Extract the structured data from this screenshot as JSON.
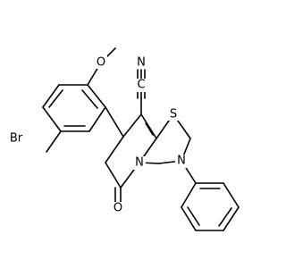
{
  "colors": {
    "background": "#ffffff",
    "bond": "#000000",
    "carbon_nitrogen_text": "#000000"
  },
  "atoms": {
    "methoxy_oxygen": {
      "label": "O",
      "color": "#000000"
    },
    "nitrile_carbon": {
      "label": "C",
      "color": "#000000"
    },
    "nitrile_nitrogen": {
      "label": "N",
      "color": "#000000"
    },
    "sulfur": {
      "label": "S",
      "color": "#000000"
    },
    "bromine": {
      "label": "Br",
      "color": "#000000"
    },
    "ring_nitrogen": {
      "label": "N",
      "color": "#000000"
    },
    "amine_nitrogen": {
      "label": "N",
      "color": "#000000"
    },
    "carbonyl_oxygen": {
      "label": "O",
      "color": "#000000"
    }
  }
}
